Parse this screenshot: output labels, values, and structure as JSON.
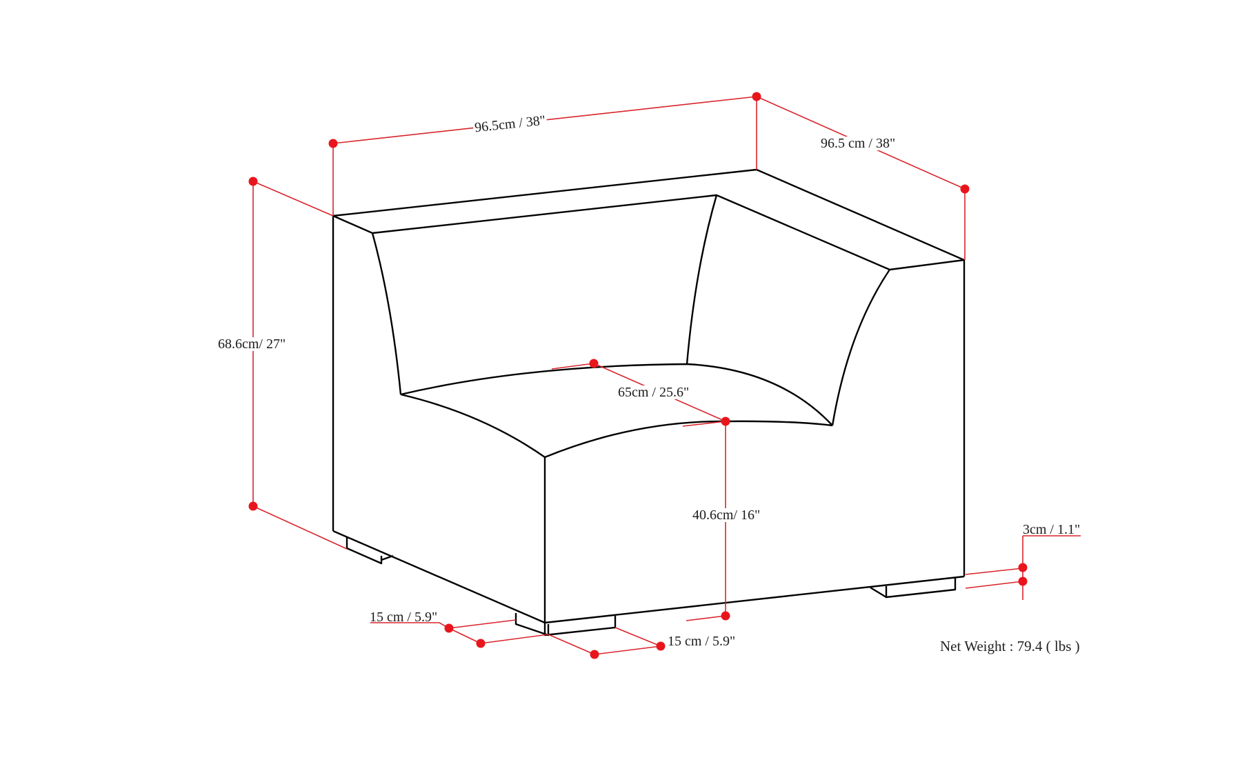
{
  "diagram": {
    "subject": "Corner sofa module dimension drawing",
    "line_color": "#000000",
    "dimension_color": "#d9232a",
    "dimensions": {
      "overall_width": "96.5cm / 38\"",
      "overall_depth": "96.5 cm / 38\"",
      "overall_height": "68.6cm/ 27\"",
      "seat_depth": "65cm / 25.6\"",
      "seat_height": "40.6cm/ 16\"",
      "leg_height": "3cm / 1.1\"",
      "leg_width_left": "15 cm / 5.9\"",
      "leg_width_right": "15 cm / 5.9\""
    },
    "net_weight": "Net Weight : 79.4 ( lbs )"
  }
}
